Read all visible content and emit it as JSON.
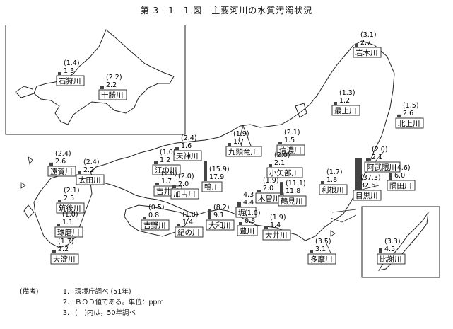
{
  "title": "第 3—1—1 図　主要河川の水質汚濁状況",
  "notes": {
    "label": "(備考)",
    "items": [
      {
        "no": "1.",
        "text": "環境庁調べ (51年)"
      },
      {
        "no": "2.",
        "text": "ＢＯＤ値である。単位：ppm"
      },
      {
        "no": "3.",
        "text": "(　)内は，50年調べ"
      }
    ]
  },
  "rivers": [
    {
      "id": "ishikari",
      "name": "石狩川",
      "current": "1.3",
      "previous": "(1.4)"
    },
    {
      "id": "tokachi",
      "name": "十勝川",
      "current": "2.2",
      "previous": "(2.2)"
    },
    {
      "id": "iwaki",
      "name": "岩木川",
      "current": "2.7",
      "previous": "(3.1)"
    },
    {
      "id": "mogami",
      "name": "最上川",
      "current": "1.2",
      "previous": "(1.3)"
    },
    {
      "id": "kitakami",
      "name": "北上川",
      "current": "2.6",
      "previous": "(1.5)"
    },
    {
      "id": "shinano",
      "name": "信濃川",
      "current": "1.5",
      "previous": "(2.1)"
    },
    {
      "id": "kuzuryu",
      "name": "九頭竜川",
      "current": "1.7",
      "previous": "(1.9)"
    },
    {
      "id": "kokaibe",
      "name": "小矢部川",
      "current": "2.1",
      "previous": "(2.0)"
    },
    {
      "id": "abukuma",
      "name": "阿武隈川",
      "current": "2.1",
      "previous": "(2.0)"
    },
    {
      "id": "tenjin",
      "name": "天神川",
      "current": "1.6",
      "previous": "(2.4)"
    },
    {
      "id": "gonokawa",
      "name": "江の川",
      "current": "1.2",
      "previous": "(1.0)"
    },
    {
      "id": "ongagawa",
      "name": "遠賀川",
      "current": "2.6",
      "previous": "(2.4)"
    },
    {
      "id": "otagawa",
      "name": "太田川",
      "current": "2.2",
      "previous": "(2.4)"
    },
    {
      "id": "yoshii",
      "name": "吉井川",
      "current": "1.7",
      "previous": "(1.6)"
    },
    {
      "id": "kakogawa",
      "name": "加古川",
      "current": "2.0",
      "previous": "(2.0)"
    },
    {
      "id": "tsurumi_kamo",
      "name": "鴨川",
      "current": "17.9",
      "previous": "(15.9)"
    },
    {
      "id": "kiso",
      "name": "木曽川",
      "current": "2.0",
      "previous": "(1.9)"
    },
    {
      "id": "hori",
      "name": "堀川",
      "current": "4.4",
      "previous": "4.3"
    },
    {
      "id": "tsurumi",
      "name": "鶴見川",
      "current": "11.8",
      "previous": "(11.1)"
    },
    {
      "id": "tone",
      "name": "利根川",
      "current": "1.8",
      "previous": "(1.7)"
    },
    {
      "id": "sumida",
      "name": "隅田川",
      "current": "6.0",
      "previous": "(4.6)"
    },
    {
      "id": "meguro",
      "name": "目黒川",
      "current": "32.6",
      "previous": "(37.3)"
    },
    {
      "id": "chikugo",
      "name": "筑後川",
      "current": "2.5",
      "previous": "(2.1)"
    },
    {
      "id": "kuma",
      "name": "球磨川",
      "current": "1.1",
      "previous": "(1.0)"
    },
    {
      "id": "oyodo",
      "name": "大淀川",
      "current": "2.2",
      "previous": "(1.7)"
    },
    {
      "id": "yoshino",
      "name": "吉野川",
      "current": "0.8",
      "previous": "(0.5)"
    },
    {
      "id": "kinokawa",
      "name": "紀の川",
      "current": "1.4",
      "previous": "(1.8)"
    },
    {
      "id": "yamato",
      "name": "大和川",
      "current": "9.1",
      "previous": "(8.2)"
    },
    {
      "id": "toyo",
      "name": "豊川",
      "current": "0.8",
      "previous": "(1.0)"
    },
    {
      "id": "oi",
      "name": "大井川",
      "current": "1.4",
      "previous": "(1.9)"
    },
    {
      "id": "tama",
      "name": "多摩川",
      "current": "3.1",
      "previous": "(3.5)"
    },
    {
      "id": "hiketsu",
      "name": "比謝川",
      "current": "4.5",
      "previous": "(3.3)"
    }
  ]
}
